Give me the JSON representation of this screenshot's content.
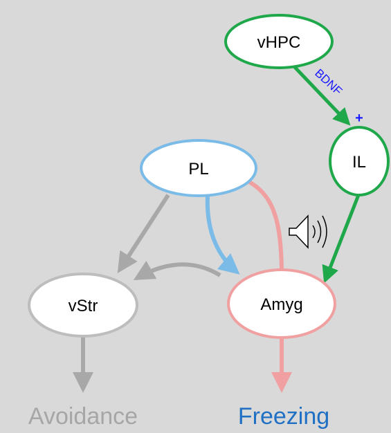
{
  "nodes": {
    "vhpc": {
      "label": "vHPC"
    },
    "il": {
      "label": "IL"
    },
    "pl": {
      "label": "PL"
    },
    "amyg": {
      "label": "Amyg"
    },
    "vstr": {
      "label": "vStr"
    }
  },
  "annotations": {
    "bdnf": "BDNF",
    "plus": "+"
  },
  "outputs": {
    "avoidance": "Avoidance",
    "freezing": "Freezing"
  },
  "icons": {
    "tone": "speaker-sound-icon"
  },
  "colors": {
    "background": "#d9d9d9",
    "green": "#1fa84a",
    "blue": "#7bbbe8",
    "red": "#f0a0a0",
    "gray": "#a8a8a8",
    "bdnf_text": "#1a1aff",
    "freezing_text": "#1f6fc4",
    "avoidance_text": "#a6a6a6"
  }
}
